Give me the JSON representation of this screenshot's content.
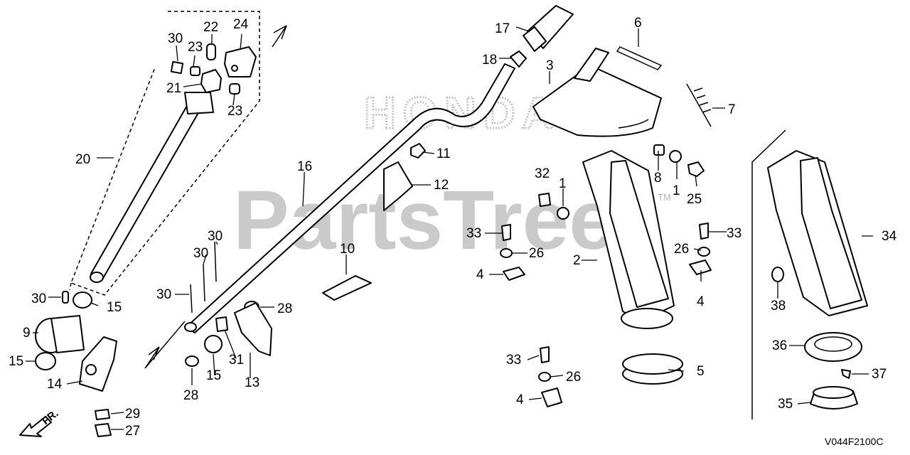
{
  "watermark": {
    "brand": "PartsTree",
    "trademark": "TM",
    "outline_logo": "HONDA"
  },
  "diagram_code": "V044F2100C",
  "front_marker": "FR.",
  "callouts": {
    "c1a": "1",
    "c1b": "1",
    "c2": "2",
    "c3": "3",
    "c4a": "4",
    "c4b": "4",
    "c4c": "4",
    "c5": "5",
    "c6": "6",
    "c7": "7",
    "c8": "8",
    "c9": "9",
    "c10": "10",
    "c11": "11",
    "c12": "12",
    "c13": "13",
    "c14": "14",
    "c15a": "15",
    "c15b": "15",
    "c15c": "15",
    "c16": "16",
    "c17": "17",
    "c18": "18",
    "c20": "20",
    "c21": "21",
    "c22": "22",
    "c23a": "23",
    "c23b": "23",
    "c24": "24",
    "c25": "25",
    "c26a": "26",
    "c26b": "26",
    "c26c": "26",
    "c27": "27",
    "c28a": "28",
    "c28b": "28",
    "c29": "29",
    "c30a": "30",
    "c30b": "30",
    "c30c": "30",
    "c30d": "30",
    "c30e": "30",
    "c31": "31",
    "c32": "32",
    "c33a": "33",
    "c33b": "33",
    "c33c": "33",
    "c34": "34",
    "c35": "35",
    "c36": "36",
    "c37": "37",
    "c38": "38"
  },
  "icons": {
    "front_arrow": "arrow-down-left-icon"
  }
}
